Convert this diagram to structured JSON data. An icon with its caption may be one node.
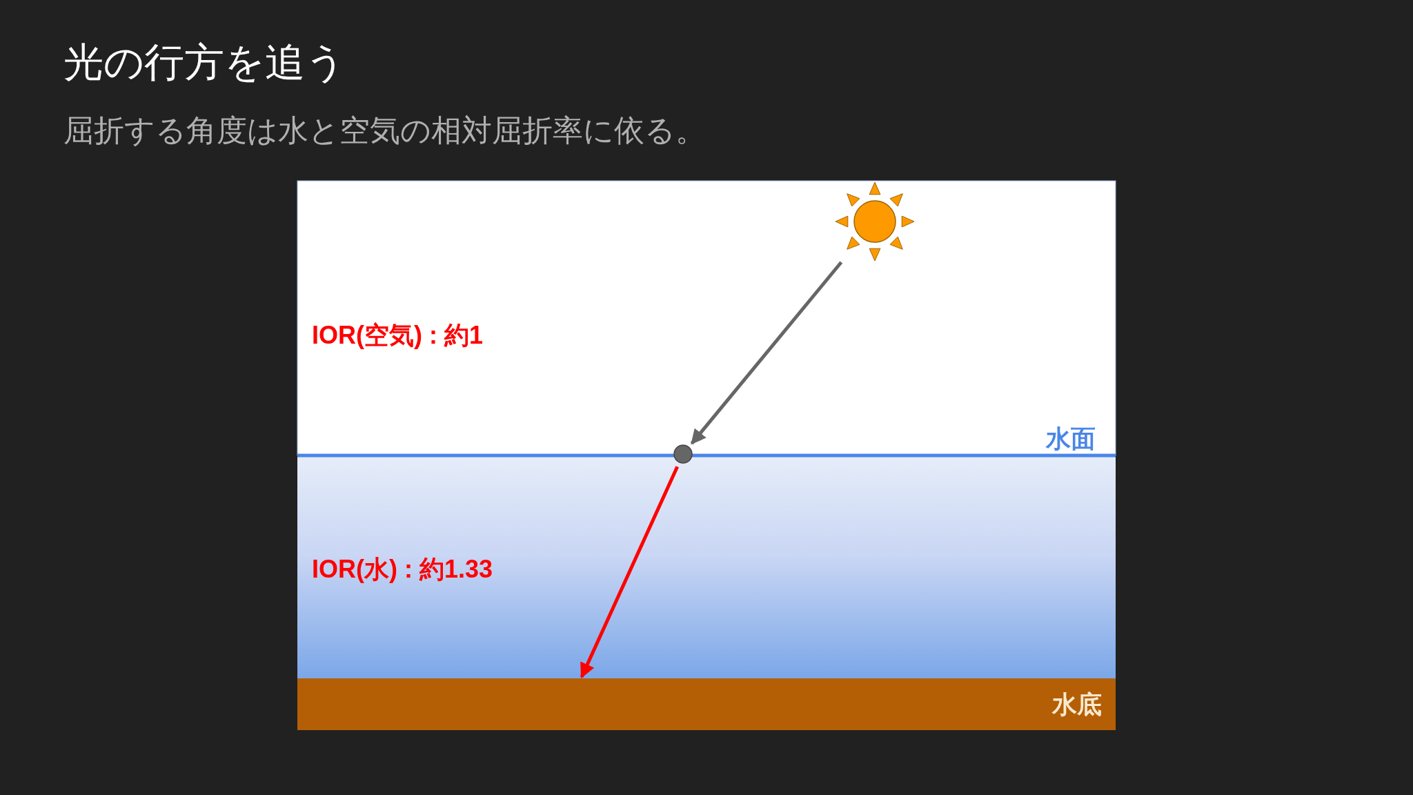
{
  "diagram": {
    "title": "光の行方を追う",
    "nodes": [
      {
        "text": [],
        "shape": "sun"
      },
      {
        "text": [],
        "shape": "circle"
      },
      {
        "text": [
          "水底"
        ]
      }
    ],
    "edges": [
      {
        "from": 0,
        "to": 1,
        "arrow": "to"
      },
      {
        "from": 1,
        "to": 2,
        "arrow": "to",
        "color": "#ff0000"
      }
    ],
    "labels": [
      "屈折する角度は水と空気の相対屈折率に依る。",
      "IOR(空気) : 約1",
      "水面",
      "IOR(水) : 約1.33"
    ]
  }
}
